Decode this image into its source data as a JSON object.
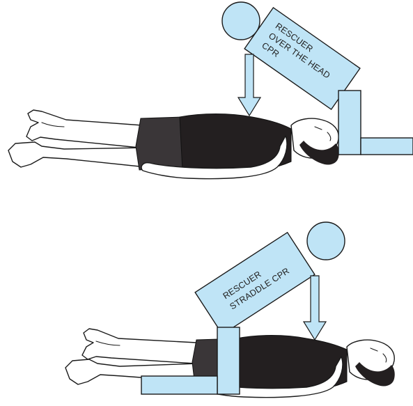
{
  "figure": {
    "top_panel": {
      "label_lines": [
        "RESCUER",
        "OVER THE HEAD",
        "CPR"
      ]
    },
    "bottom_panel": {
      "label_lines": [
        "RESCUER",
        "STRADDLE CPR"
      ]
    }
  },
  "colors": {
    "rescuer_fill": "#bfe4f6",
    "outline": "#1a1a1a",
    "shirt": "#231f20",
    "shorts": "#3a3638"
  }
}
